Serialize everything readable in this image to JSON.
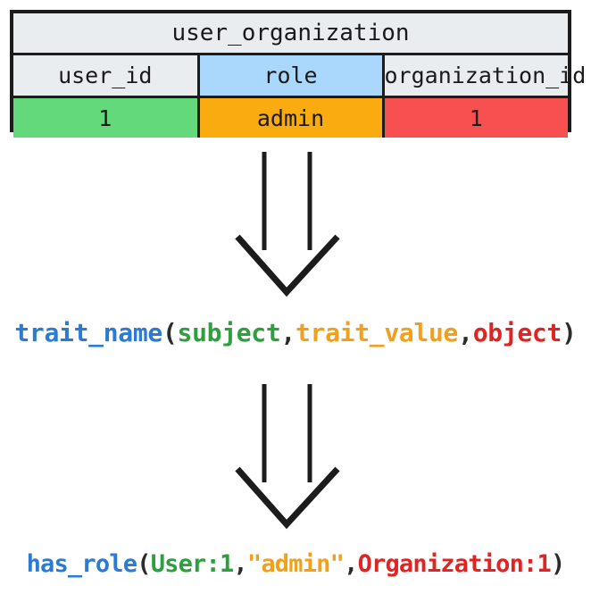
{
  "diagram": {
    "title": "user_organization trait mapping",
    "colors": {
      "header_gray": "#e9edf0",
      "role_blue": "#a9d8fc",
      "subject_green": "#64d97b",
      "value_orange": "#f9ab10",
      "object_red": "#f85050",
      "text_blue": "#2b7bd4",
      "text_green": "#2e9e3e",
      "text_orange": "#f2a01c",
      "text_red": "#e02424",
      "stroke": "#1c1c1c"
    }
  },
  "table": {
    "title": "user_organization",
    "columns": [
      "user_id",
      "role",
      "organization_id"
    ],
    "rows": [
      [
        "1",
        "admin",
        "1"
      ]
    ]
  },
  "arrows": [
    {
      "name": "arrow-table-to-generic",
      "direction": "down"
    },
    {
      "name": "arrow-generic-to-concrete",
      "direction": "down"
    }
  ],
  "generic_expression": {
    "full": "trait_name(subject,trait_value,object)",
    "predicate": "trait_name",
    "open_paren": "(",
    "subject": "subject",
    "comma1": ",",
    "value": "trait_value",
    "comma2": ",",
    "object": "object",
    "close_paren": ")"
  },
  "concrete_expression": {
    "full": "has_role(User:1,\"admin\",Organization:1)",
    "predicate": "has_role",
    "open_paren": "(",
    "subject": "User:1",
    "comma1": ",",
    "value": "\"admin\"",
    "comma2": ",",
    "object": "Organization:1",
    "close_paren": ")"
  }
}
